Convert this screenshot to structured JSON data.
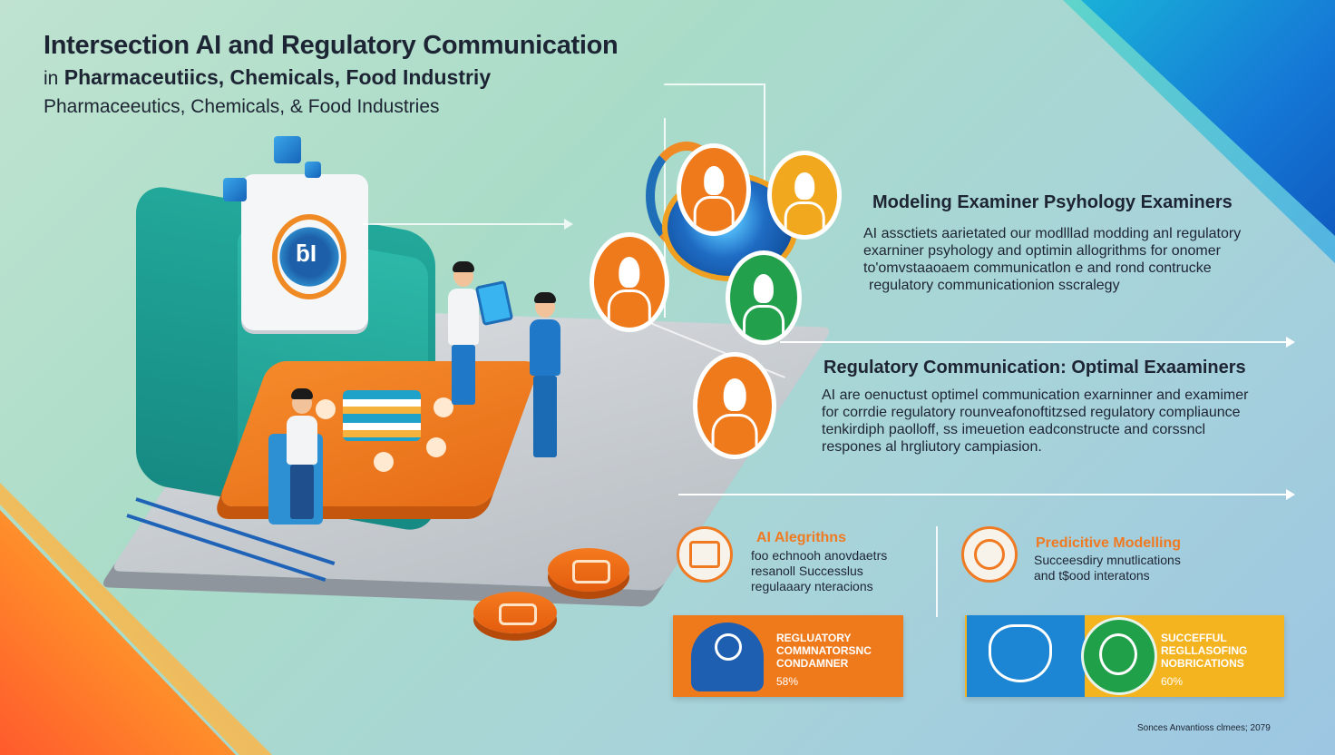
{
  "header": {
    "title": "Intersection AI and Regulatory Communication",
    "subtitle_prefix": "in",
    "subtitle": "Pharmaceutiics, Chemicals, Food Industriy",
    "subtitle2": "Pharmaceeutics, Chemicals, & Food Industries"
  },
  "illustration": {
    "device_label": "ƃI"
  },
  "section1": {
    "heading": "Modeling Examiner Psyhology Examiners",
    "lines": [
      "AI assctiets aarietated our modlllad modding anl regulatory",
      "exarniner psyhology and optimin allogrithms for onomer",
      "to'omvstaaoaem communicatlon e and rond contrucke",
      "regulatory communicationion sscralegy"
    ]
  },
  "section2": {
    "heading": "Regulatory Communication: Optimal Exaaminers",
    "lines": [
      "AI are oenuctust optimel communication exarninner and examimer",
      "for corrdie regulatory rounveafonoftitzsed regulatory compliaunce",
      "tenkirdiph paolloff, ss imeuetion eadconstructe and corssncl",
      "respones al hrgliutory campiasion."
    ]
  },
  "feature_left": {
    "title": "AI Alegrithns",
    "lines": [
      "foo echnooh anovdaetrs",
      "resanoll Successlus",
      "regulaaary nteracions"
    ]
  },
  "feature_right": {
    "title": "Predicitive Modelling",
    "lines": [
      "Succeesdiry mnutlications",
      "and t$ood interatons"
    ]
  },
  "banner_left": {
    "lines": [
      "REGLUATORY",
      "COMMNATORSNC",
      "CONDAMNER"
    ],
    "value": "58%"
  },
  "banner_right": {
    "lines": [
      "SUCCEFFUL",
      "REGLLASOFING",
      "NOBRICATIONS"
    ],
    "value": "60%"
  },
  "footer": {
    "source": "Sonces Anvantioss clmees; 2079"
  },
  "colors": {
    "orange": "#ee7a1c",
    "blue": "#1c86d4",
    "green": "#21a04a",
    "yellow": "#f4b420",
    "teal": "#1f9a8f"
  }
}
